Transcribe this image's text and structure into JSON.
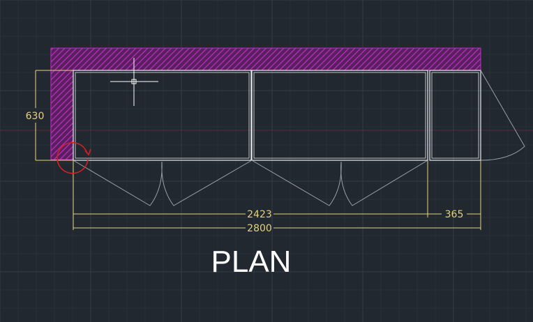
{
  "dimensions": {
    "height_630": "630",
    "length_2423": "2423",
    "length_365": "365",
    "length_2800": "2800"
  },
  "title": "PLAN",
  "colors": {
    "background": "#212830",
    "grid_minor": "#29313a",
    "grid_major": "#333c46",
    "axis_x": "#5a2a33",
    "dimension": "#e6d27a",
    "outline": "#e8ecf0",
    "door_swing": "#9aa0a6",
    "hatch": "#c12ec4",
    "ucs_icon": "#d42020",
    "crosshair": "#ffffff",
    "title": "#ffffff"
  },
  "icons": {
    "cursor": "crosshair-cursor-icon",
    "ucs": "ucs-origin-icon"
  }
}
